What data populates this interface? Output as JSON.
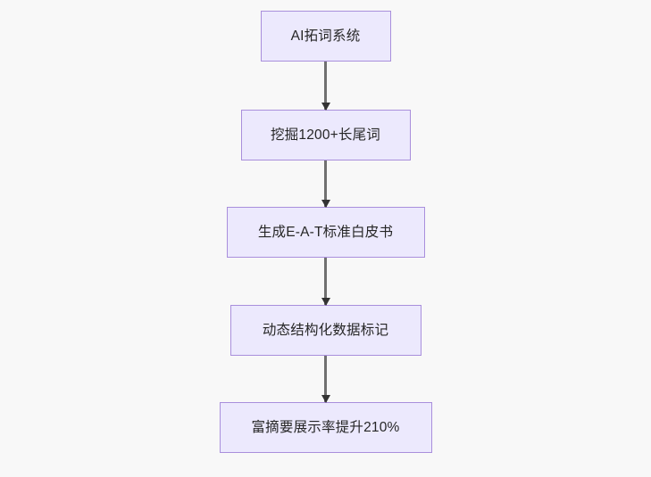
{
  "diagram": {
    "type": "flowchart",
    "direction": "top-to-bottom",
    "background_color": "#f8f8f8",
    "node_fill_color": "#ece9fd",
    "node_border_color": "#a98fdc",
    "node_text_color": "#262626",
    "connector_color": "#707070",
    "arrowhead_color": "#333333",
    "nodes": [
      {
        "id": "node-1",
        "label": "AI拓词系统"
      },
      {
        "id": "node-2",
        "label": "挖掘1200+长尾词"
      },
      {
        "id": "node-3",
        "label": "生成E-A-T标准白皮书"
      },
      {
        "id": "node-4",
        "label": "动态结构化数据标记"
      },
      {
        "id": "node-5",
        "label": "富摘要展示率提升210%"
      }
    ],
    "edges": [
      {
        "id": "edge-1",
        "from": "node-1",
        "to": "node-2",
        "label": ""
      },
      {
        "id": "edge-2",
        "from": "node-2",
        "to": "node-3",
        "label": ""
      },
      {
        "id": "edge-3",
        "from": "node-3",
        "to": "node-4",
        "label": ""
      },
      {
        "id": "edge-4",
        "from": "node-4",
        "to": "node-5",
        "label": ""
      }
    ]
  }
}
